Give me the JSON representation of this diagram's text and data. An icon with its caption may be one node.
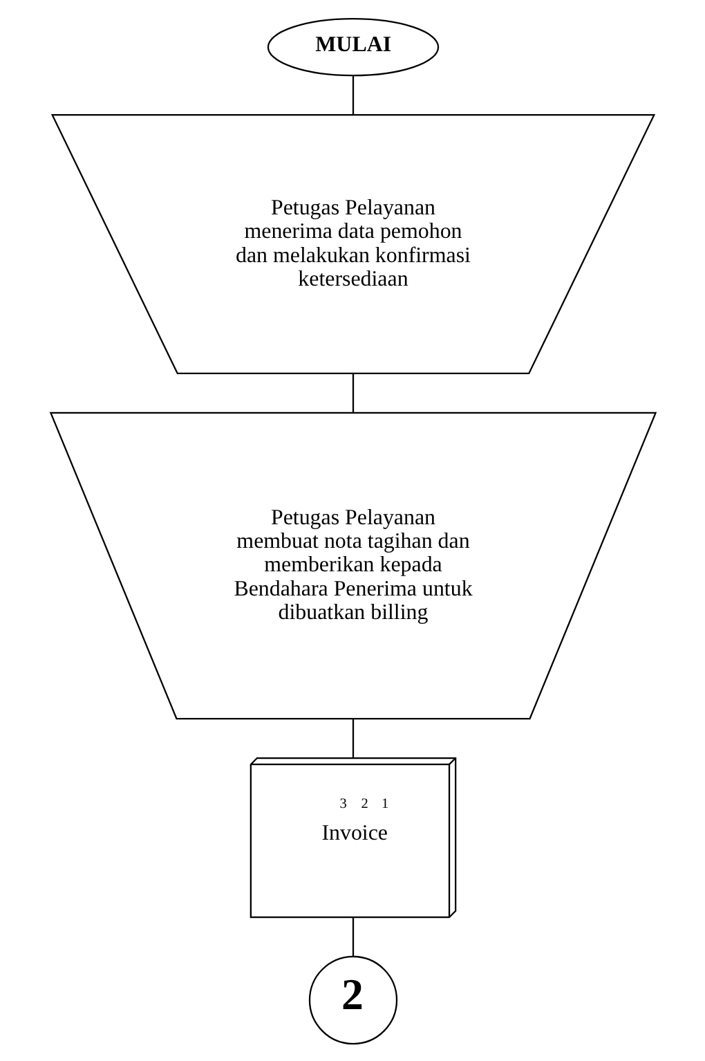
{
  "diagram": {
    "nodes": [
      {
        "text": [
          "MULAI"
        ]
      },
      {
        "text": [
          "Petugas Pelayanan menerima data pemohon dan melakukan konfirmasi ketersediaan"
        ]
      },
      {
        "text": [
          "Petugas Pelayanan membuat nota tagihan dan memberikan kepada Bendahara Penerima untuk dibuatkan billing"
        ]
      },
      {
        "text": [
          "3",
          "2",
          "1",
          "Invoice"
        ]
      },
      {
        "text": [
          "2"
        ]
      }
    ],
    "edges": [
      {
        "from": 0,
        "to": 1,
        "arrow": "none"
      },
      {
        "from": 1,
        "to": 2,
        "arrow": "none"
      },
      {
        "from": 2,
        "to": 3,
        "arrow": "none"
      },
      {
        "from": 3,
        "to": 4,
        "arrow": "none"
      }
    ]
  }
}
